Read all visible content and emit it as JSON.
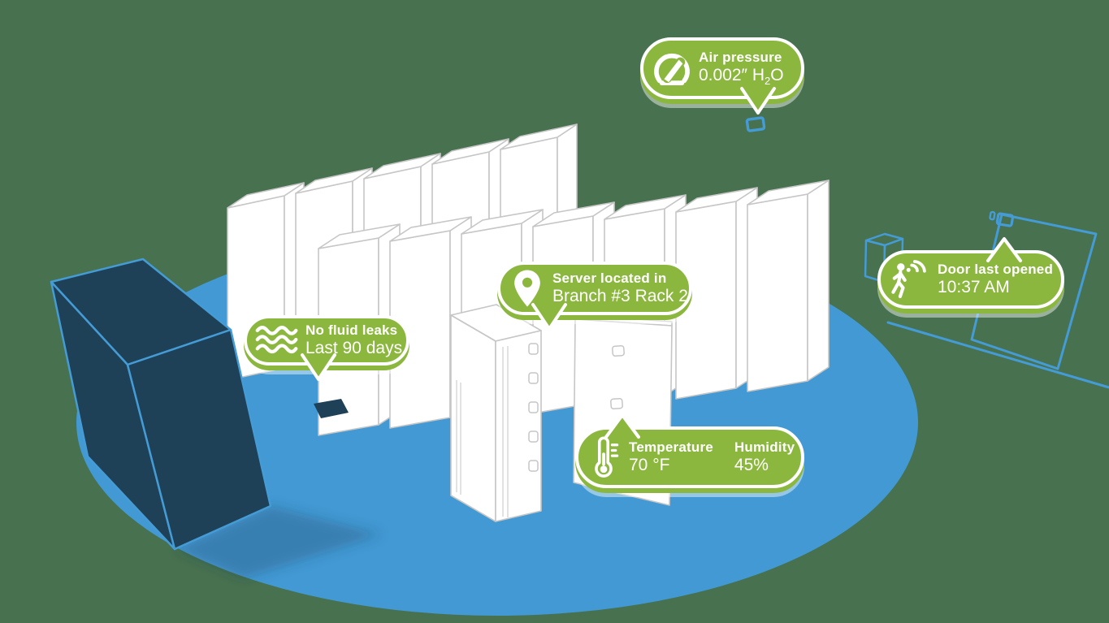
{
  "scene": {
    "background_color": "#47714F",
    "floor_color": "#4299D3",
    "outline_blue": "#459BD5",
    "cabinet_navy": "#1E4157",
    "badge_green": "#8CB73E",
    "rack_outline_gray": "#C6C6C6"
  },
  "callouts": {
    "air_pressure": {
      "icon": "gauge-icon",
      "title": "Air pressure",
      "value_prefix": "0.002″ H",
      "value_sub": "2",
      "value_suffix": "O"
    },
    "server_location": {
      "icon": "location-pin-icon",
      "title": "Server located in",
      "value": "Branch #3 Rack 2"
    },
    "fluid_leaks": {
      "icon": "water-waves-icon",
      "title": "No fluid leaks",
      "value": "Last 90 days"
    },
    "door_opened": {
      "icon": "motion-sensor-icon",
      "title": "Door last opened",
      "value": "10:37 AM"
    },
    "temperature": {
      "icon": "thermometer-icon",
      "title": "Temperature",
      "value": "70 °F"
    },
    "humidity": {
      "title": "Humidity",
      "value": "45%"
    }
  }
}
